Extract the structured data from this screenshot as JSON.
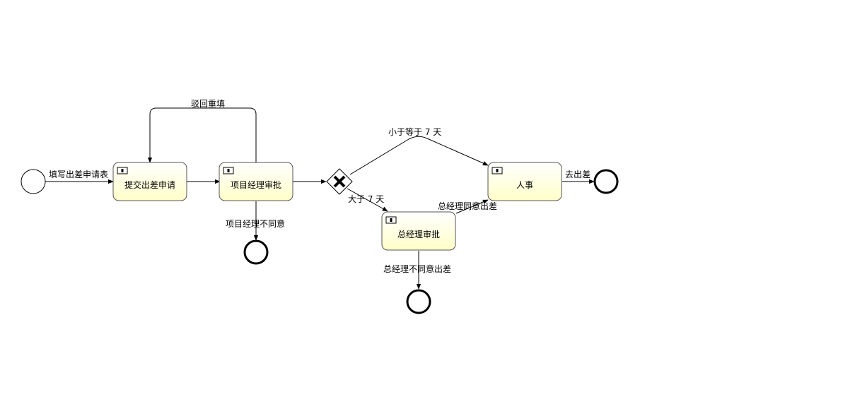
{
  "diagram": {
    "tasks": {
      "submit": "提交出差申请",
      "pm_approve": "项目经理审批",
      "hr": "人事",
      "gm_approve": "总经理审批"
    },
    "flows": {
      "fill_form": "填写出差申请表",
      "reject_refill": "驳回重填",
      "pm_disagree": "项目经理不同意",
      "le_7_days": "小于等于 7 天",
      "gt_7_days": "大于 7 天",
      "gm_agree": "总经理同意出差",
      "gm_disagree": "总经理不同意出差",
      "go_trip": "去出差"
    },
    "colors": {
      "task_fill_top": "#ffffff",
      "task_fill_bottom": "#ffffcc",
      "stroke": "#000000"
    },
    "icons": {
      "task": "user-task-icon",
      "gateway": "exclusive-gateway-x-icon"
    }
  }
}
